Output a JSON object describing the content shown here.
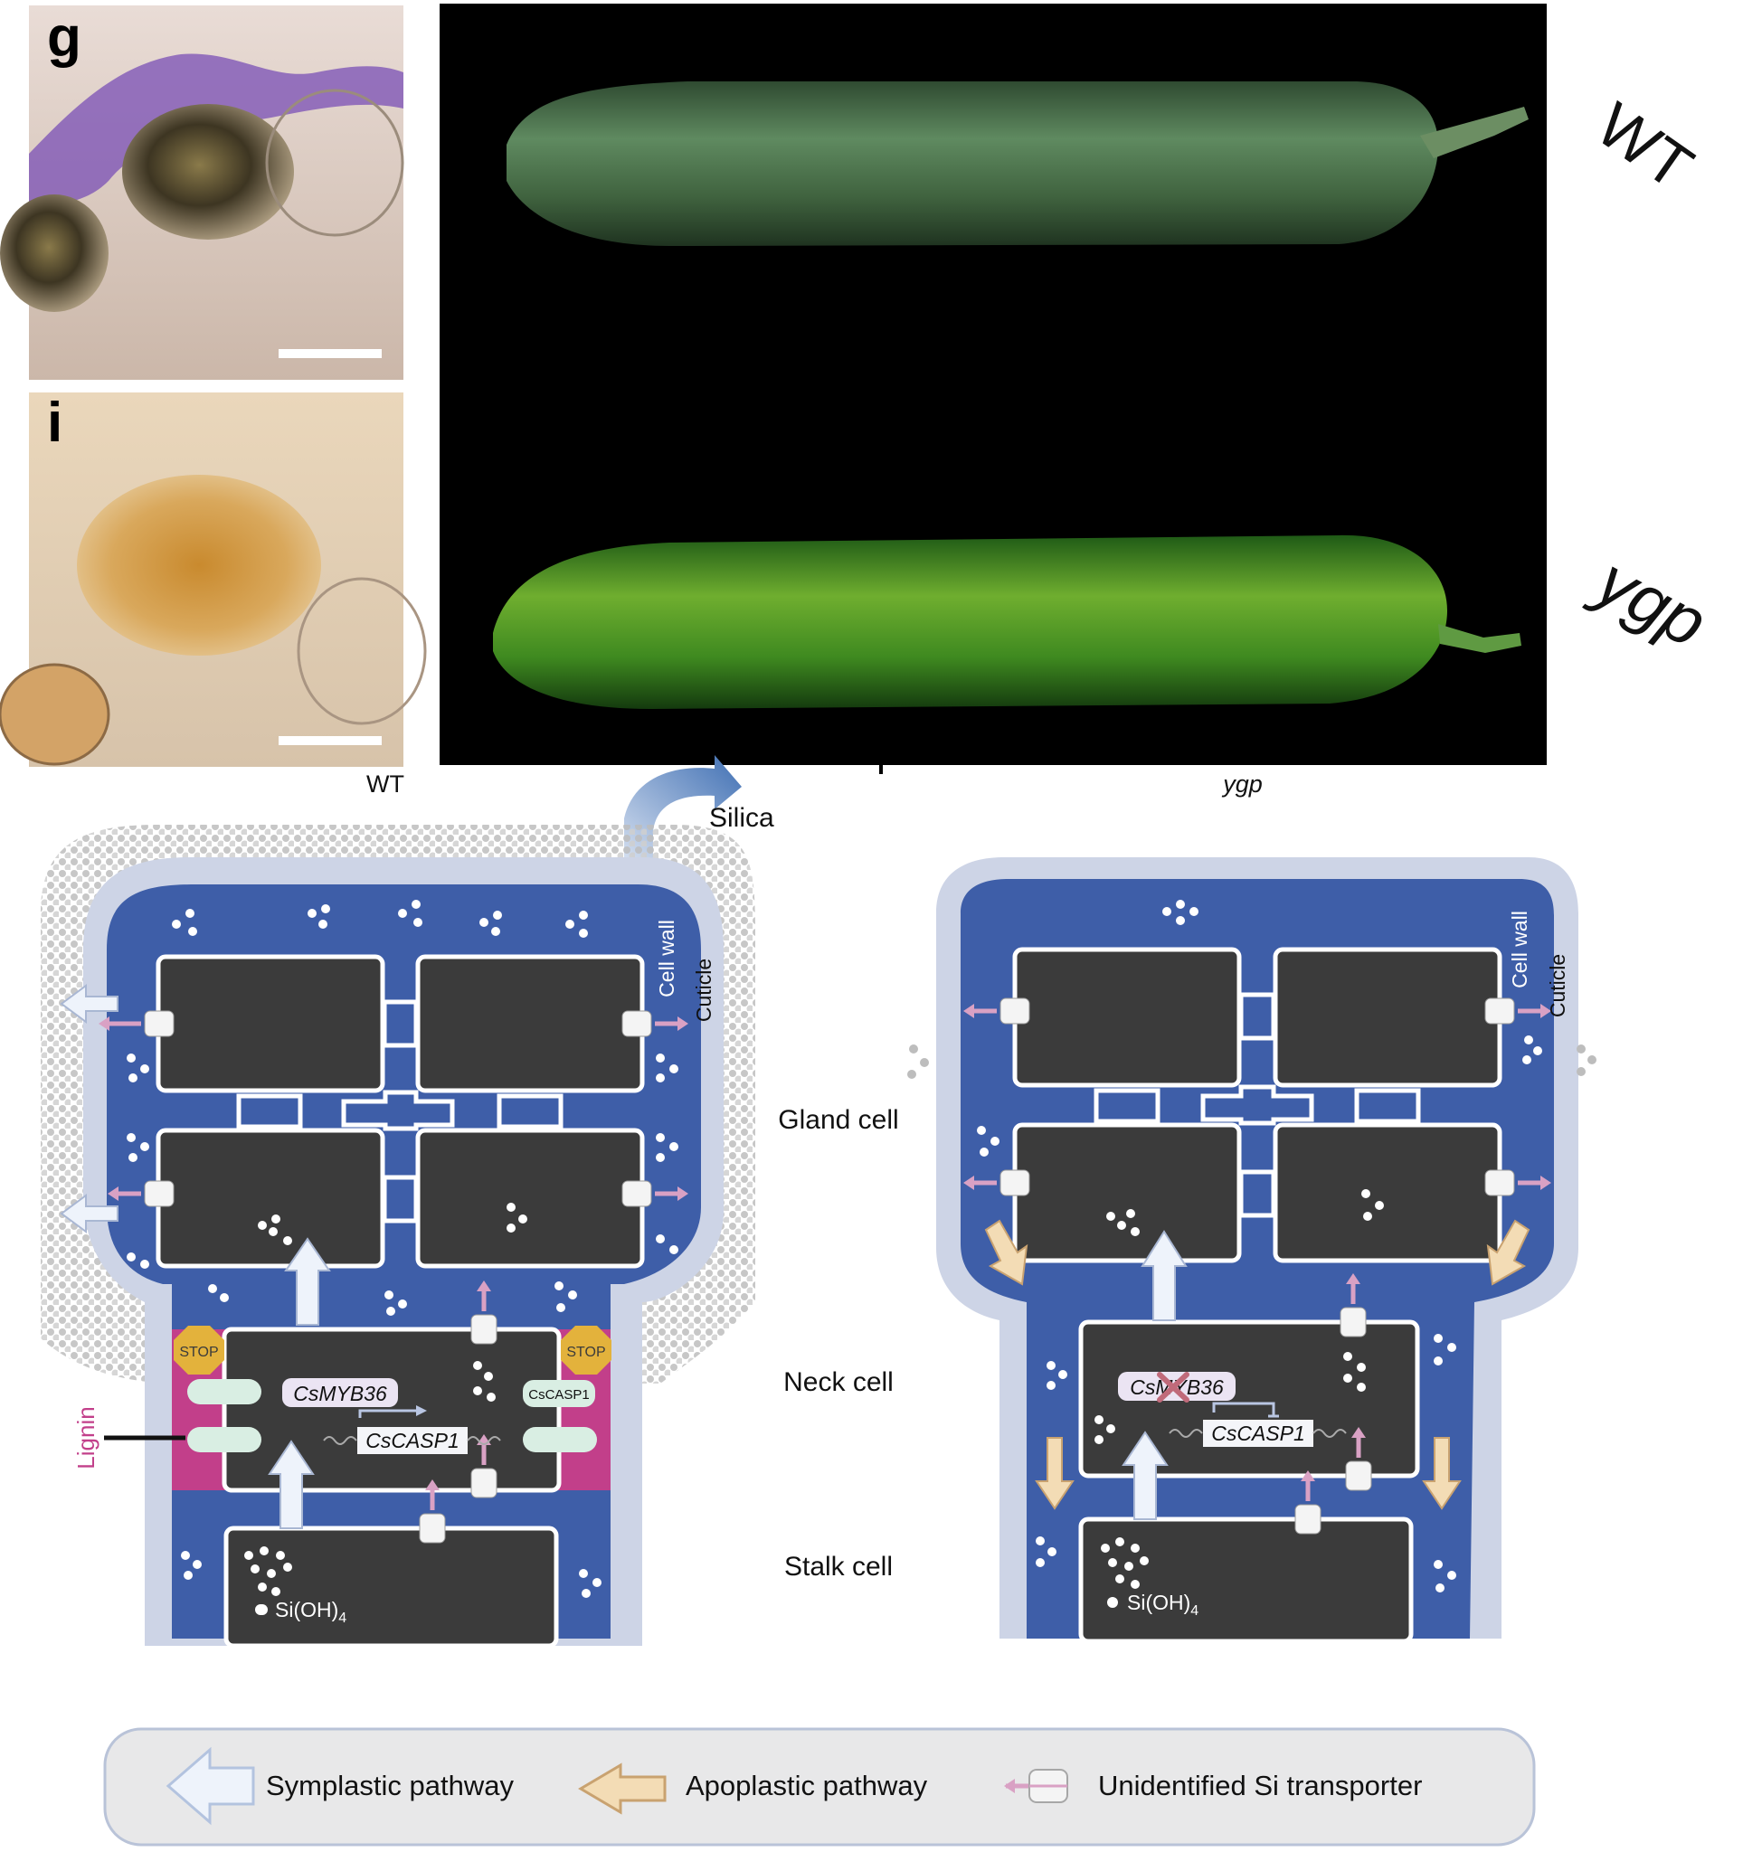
{
  "panels": {
    "g": {
      "label": "g"
    },
    "i": {
      "label": "i"
    },
    "photo": {
      "wt_label": "WT",
      "ygp_label": "ygp"
    }
  },
  "diagram": {
    "left_title": "WT",
    "right_title": "ygp",
    "silica": "Silica",
    "cell_wall": "Cell wall",
    "cuticle": "Cuticle",
    "gland_cell": "Gland cell",
    "neck_cell": "Neck cell",
    "stalk_cell": "Stalk cell",
    "lignin": "Lignin",
    "stop": "STOP",
    "csmyb36": "CsMYB36",
    "cscasp1": "CsCASP1",
    "cscasp1_small": "CsCASP1",
    "sioh4_main": "Si(OH)",
    "sioh4_sub": "4"
  },
  "legend": {
    "symplastic": "Symplastic pathway",
    "apoplastic": "Apoplastic pathway",
    "transporter": "Unidentified Si transporter"
  },
  "colors": {
    "cell_blue": "#3e5ea8",
    "cell_dark": "#3b3b3b",
    "cell_wall": "#cdd4e6",
    "lignin": "#c23f8a",
    "stop": "#e3b23c",
    "symplastic_arrow": "#eef3fb",
    "apoplastic_arrow": "#f3dcb5",
    "transporter_pink": "#d9a1c4"
  }
}
